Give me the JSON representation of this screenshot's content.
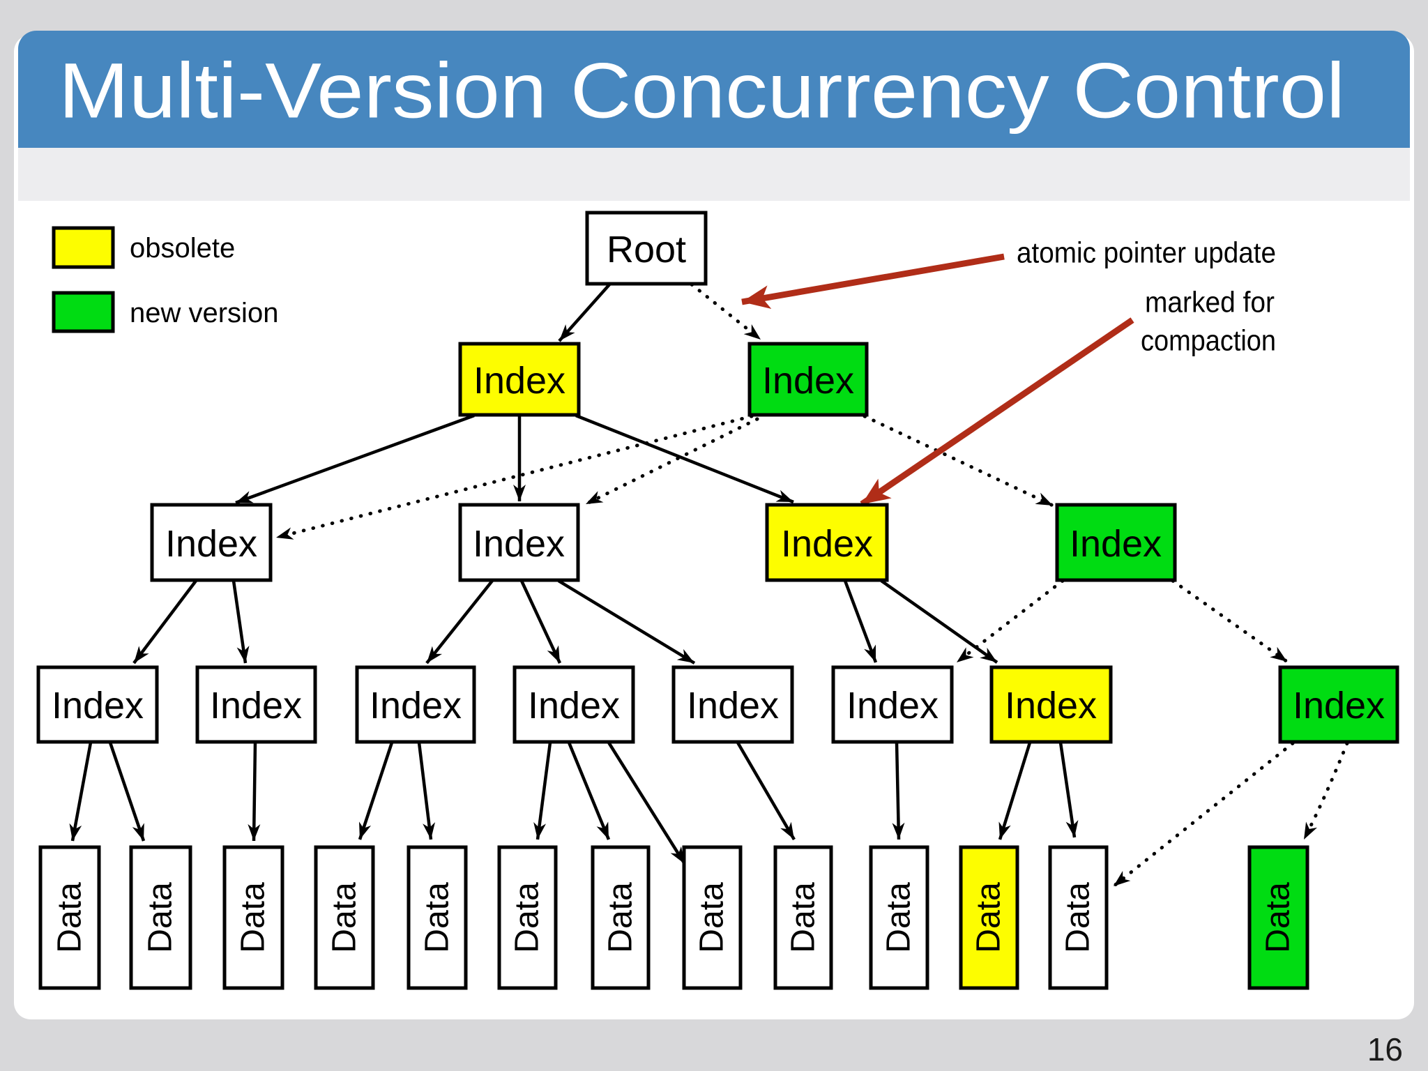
{
  "slide": {
    "title": "Multi-Version Concurrency Control",
    "page_number": "16"
  },
  "legend": [
    {
      "label": "obsolete",
      "swatch": "yellow"
    },
    {
      "label": "new version",
      "swatch": "green"
    }
  ],
  "annotations": {
    "atomic_pointer_update": "atomic pointer update",
    "marked_for_line1": "marked for",
    "marked_for_line2": "compaction"
  },
  "colors": {
    "title_bar_blue": "#4787bf",
    "page_bg": "#d8d8da",
    "slide_bg": "#ffffff",
    "under_title_strip": "#ededef",
    "obsolete_yellow": "#fdfd00",
    "new_version_green": "#00dc12",
    "node_white": "#ffffff",
    "edge_black": "#000000",
    "annotation_red": "#b02d18"
  },
  "diagram": {
    "nodes": [
      {
        "id": "root",
        "label": "Root",
        "variant": "current"
      },
      {
        "id": "index-2a",
        "label": "Index",
        "variant": "obsolete"
      },
      {
        "id": "index-2b",
        "label": "Index",
        "variant": "new"
      },
      {
        "id": "index-3a",
        "label": "Index",
        "variant": "current"
      },
      {
        "id": "index-3b",
        "label": "Index",
        "variant": "current"
      },
      {
        "id": "index-3c",
        "label": "Index",
        "variant": "obsolete"
      },
      {
        "id": "index-3d",
        "label": "Index",
        "variant": "new"
      },
      {
        "id": "index-4a",
        "label": "Index",
        "variant": "current"
      },
      {
        "id": "index-4b",
        "label": "Index",
        "variant": "current"
      },
      {
        "id": "index-4c",
        "label": "Index",
        "variant": "current"
      },
      {
        "id": "index-4d",
        "label": "Index",
        "variant": "current"
      },
      {
        "id": "index-4e",
        "label": "Index",
        "variant": "current"
      },
      {
        "id": "index-4f",
        "label": "Index",
        "variant": "current"
      },
      {
        "id": "index-4g",
        "label": "Index",
        "variant": "obsolete"
      },
      {
        "id": "index-4h",
        "label": "Index",
        "variant": "new"
      },
      {
        "id": "data-1",
        "label": "Data",
        "variant": "current"
      },
      {
        "id": "data-2",
        "label": "Data",
        "variant": "current"
      },
      {
        "id": "data-3",
        "label": "Data",
        "variant": "current"
      },
      {
        "id": "data-4",
        "label": "Data",
        "variant": "current"
      },
      {
        "id": "data-5",
        "label": "Data",
        "variant": "current"
      },
      {
        "id": "data-6",
        "label": "Data",
        "variant": "current"
      },
      {
        "id": "data-7",
        "label": "Data",
        "variant": "current"
      },
      {
        "id": "data-8",
        "label": "Data",
        "variant": "current"
      },
      {
        "id": "data-9",
        "label": "Data",
        "variant": "current"
      },
      {
        "id": "data-10",
        "label": "Data",
        "variant": "current"
      },
      {
        "id": "data-11",
        "label": "Data",
        "variant": "obsolete"
      },
      {
        "id": "data-12",
        "label": "Data",
        "variant": "current"
      },
      {
        "id": "data-13",
        "label": "Data",
        "variant": "new"
      }
    ],
    "solid_edges": [
      {
        "from": "root",
        "to": "index-2a"
      },
      {
        "from": "index-2a",
        "to": "index-3a"
      },
      {
        "from": "index-2a",
        "to": "index-3b"
      },
      {
        "from": "index-2a",
        "to": "index-3c"
      },
      {
        "from": "index-3a",
        "to": "index-4a"
      },
      {
        "from": "index-3a",
        "to": "index-4b"
      },
      {
        "from": "index-3b",
        "to": "index-4c"
      },
      {
        "from": "index-3b",
        "to": "index-4d"
      },
      {
        "from": "index-3b",
        "to": "index-4e"
      },
      {
        "from": "index-3c",
        "to": "index-4f"
      },
      {
        "from": "index-3c",
        "to": "index-4g"
      },
      {
        "from": "index-4a",
        "to": "data-1"
      },
      {
        "from": "index-4a",
        "to": "data-2"
      },
      {
        "from": "index-4b",
        "to": "data-3"
      },
      {
        "from": "index-4c",
        "to": "data-4"
      },
      {
        "from": "index-4c",
        "to": "data-5"
      },
      {
        "from": "index-4d",
        "to": "data-6"
      },
      {
        "from": "index-4d",
        "to": "data-7"
      },
      {
        "from": "index-4d",
        "to": "data-8"
      },
      {
        "from": "index-4e",
        "to": "data-9"
      },
      {
        "from": "index-4f",
        "to": "data-10"
      },
      {
        "from": "index-4g",
        "to": "data-11"
      },
      {
        "from": "index-4g",
        "to": "data-12"
      }
    ],
    "dotted_edges": [
      {
        "from": "root",
        "to": "index-2b"
      },
      {
        "from": "index-2b",
        "to": "index-3a"
      },
      {
        "from": "index-2b",
        "to": "index-3b"
      },
      {
        "from": "index-2b",
        "to": "index-3d"
      },
      {
        "from": "index-3d",
        "to": "index-4f"
      },
      {
        "from": "index-3d",
        "to": "index-4h"
      },
      {
        "from": "index-4h",
        "to": "data-12"
      },
      {
        "from": "index-4h",
        "to": "data-13"
      }
    ],
    "red_callouts": [
      {
        "label": "atomic pointer update",
        "points_to": "dotted edge root to index-2b"
      },
      {
        "label": "marked for compaction",
        "points_to": "index-3c"
      }
    ]
  }
}
